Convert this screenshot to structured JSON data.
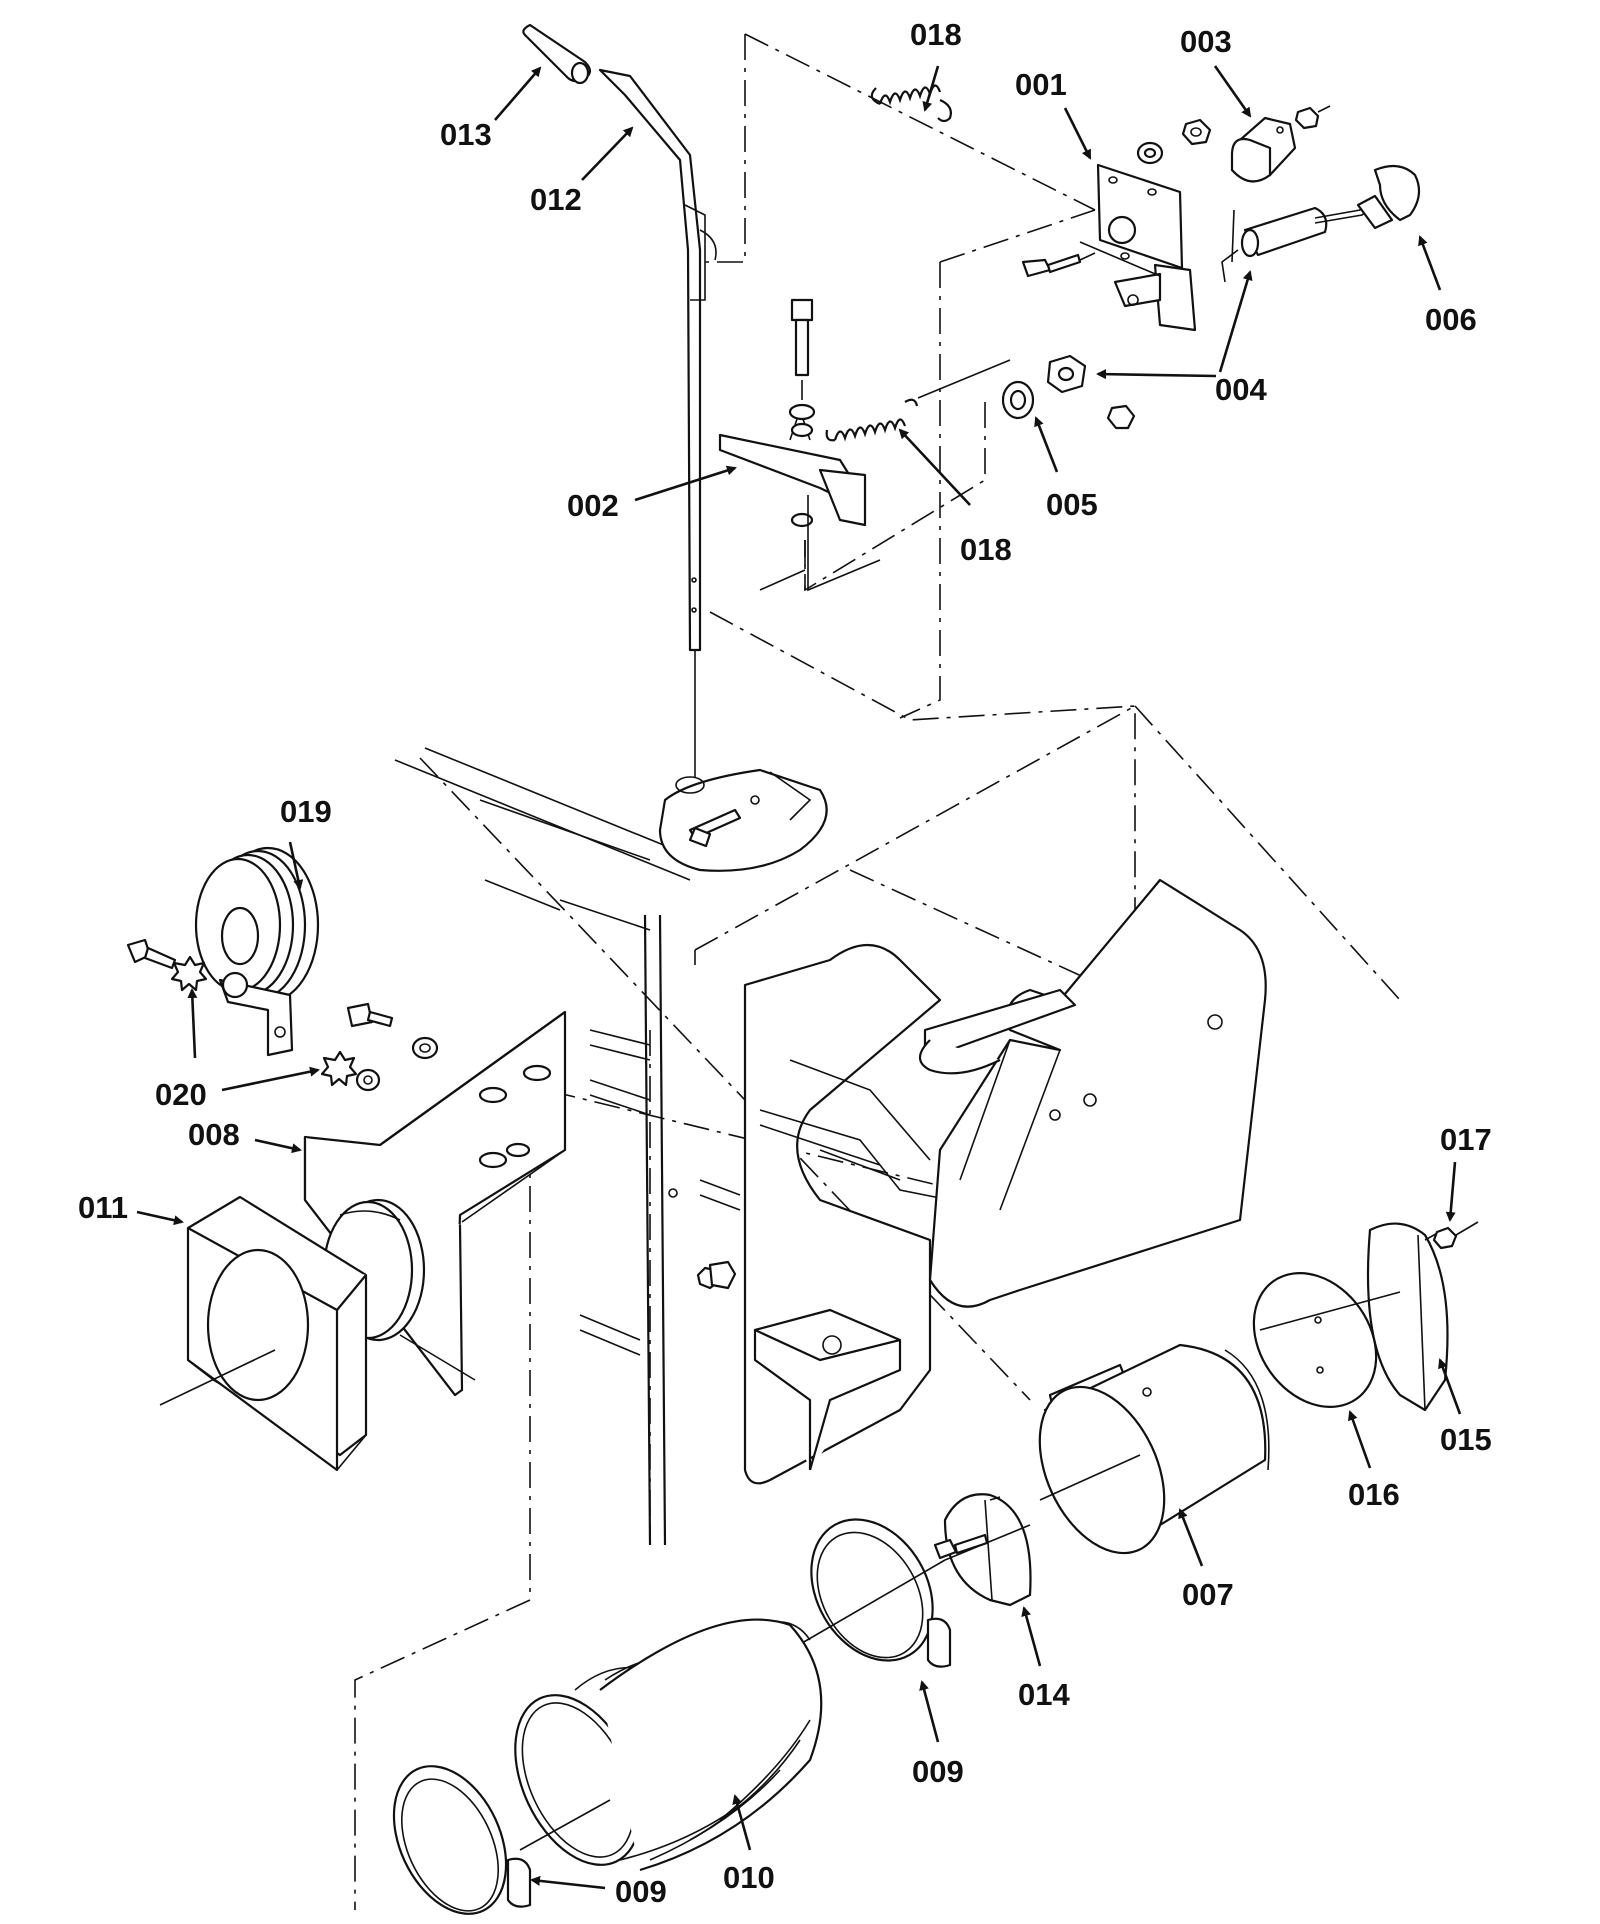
{
  "diagram": {
    "type": "exploded parts diagram",
    "callouts": [
      {
        "id": "c001",
        "label": "001"
      },
      {
        "id": "c002",
        "label": "002"
      },
      {
        "id": "c003",
        "label": "003"
      },
      {
        "id": "c004",
        "label": "004"
      },
      {
        "id": "c005",
        "label": "005"
      },
      {
        "id": "c006",
        "label": "006"
      },
      {
        "id": "c007",
        "label": "007"
      },
      {
        "id": "c008",
        "label": "008"
      },
      {
        "id": "c009a",
        "label": "009"
      },
      {
        "id": "c009b",
        "label": "009"
      },
      {
        "id": "c010",
        "label": "010"
      },
      {
        "id": "c011",
        "label": "011"
      },
      {
        "id": "c012",
        "label": "012"
      },
      {
        "id": "c013",
        "label": "013"
      },
      {
        "id": "c014",
        "label": "014"
      },
      {
        "id": "c015",
        "label": "015"
      },
      {
        "id": "c016",
        "label": "016"
      },
      {
        "id": "c017",
        "label": "017"
      },
      {
        "id": "c018a",
        "label": "018"
      },
      {
        "id": "c018b",
        "label": "018"
      },
      {
        "id": "c019",
        "label": "019"
      },
      {
        "id": "c020",
        "label": "020"
      }
    ]
  }
}
